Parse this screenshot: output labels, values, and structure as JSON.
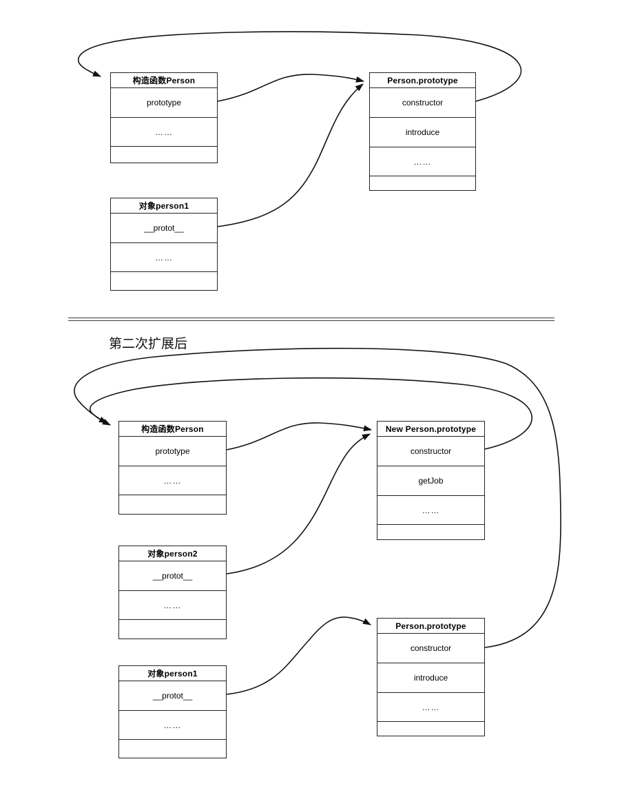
{
  "section_bottom_label": "第二次扩展后",
  "boxes": {
    "top_constructor": {
      "title": "构造函数Person",
      "rows": [
        "prototype",
        "……"
      ]
    },
    "top_prototype": {
      "title": "Person.prototype",
      "rows": [
        "constructor",
        "introduce",
        "……"
      ]
    },
    "top_person1": {
      "title": "对象person1",
      "rows": [
        "__protot__",
        "……"
      ]
    },
    "bottom_constructor": {
      "title": "构造函数Person",
      "rows": [
        "prototype",
        "……"
      ]
    },
    "bottom_new_prototype": {
      "title": "New Person.prototype",
      "rows": [
        "constructor",
        "getJob",
        "……"
      ]
    },
    "bottom_person2": {
      "title": "对象person2",
      "rows": [
        "__protot__",
        "……"
      ]
    },
    "bottom_prototype": {
      "title": "Person.prototype",
      "rows": [
        "constructor",
        "introduce",
        "……"
      ]
    },
    "bottom_person1": {
      "title": "对象person1",
      "rows": [
        "__protot__",
        "……"
      ]
    }
  },
  "colors": {
    "line": "#111111",
    "text": "#000000",
    "background": "#ffffff"
  }
}
